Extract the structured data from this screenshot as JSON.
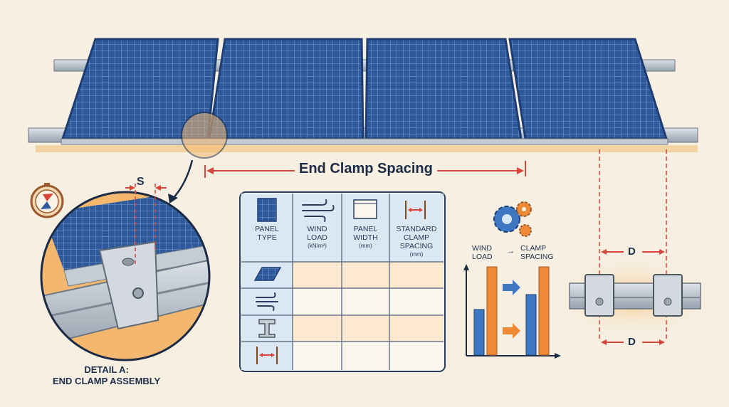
{
  "diagram": {
    "title": "End Clamp Spacing",
    "spacing_label": "S",
    "detail_caption_line1": "DETAIL A:",
    "detail_caption_line2": "END CLAMP ASSEMBLY",
    "table": {
      "headers": [
        {
          "label_line1": "PANEL",
          "label_line2": "TYPE",
          "unit": ""
        },
        {
          "label_line1": "WIND",
          "label_line2": "LOAD",
          "unit": "(kN/m²)"
        },
        {
          "label_line1": "PANEL",
          "label_line2": "WIDTH",
          "unit": "(mm)"
        },
        {
          "label_line1": "STANDARD",
          "label_line2": "CLAMP SPACING",
          "unit": "(mm)"
        }
      ]
    },
    "chart": {
      "left_label_line1": "WIND",
      "left_label_line2": "LOAD",
      "arrow_symbol": "→",
      "right_label_line1": "CLAMP",
      "right_label_line2": "SPACING"
    },
    "distance_label_top": "D",
    "distance_label_bottom": "D",
    "colors": {
      "background": "#f6efe2",
      "panel_blue": "#2e5a9c",
      "panel_dark": "#1e3d72",
      "rail": "#b9c2cc",
      "accent_red": "#d9443a",
      "bar_blue": "#3f78c2",
      "bar_orange": "#ee8a36",
      "navy": "#1c2b45"
    }
  }
}
